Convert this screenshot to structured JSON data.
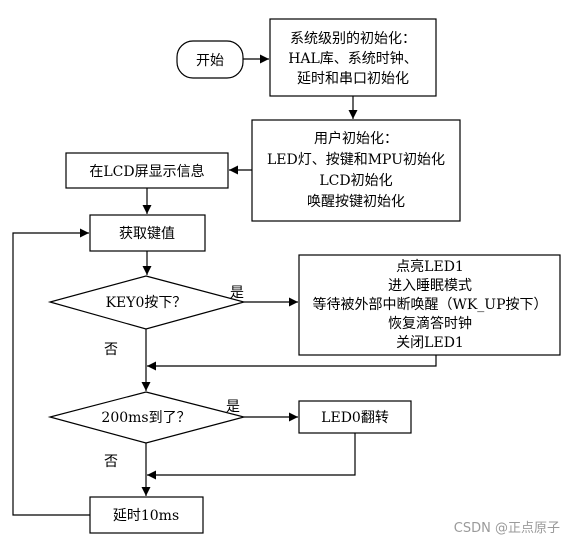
{
  "nodes": {
    "start": "开始",
    "sys_init": [
      "系统级别的初始化：",
      "HAL库、系统时钟、",
      "延时和串口初始化"
    ],
    "user_init": [
      "用户初始化：",
      "LED灯、按键和MPU初始化",
      "LCD初始化",
      "唤醒按键初始化"
    ],
    "lcd_show": "在LCD屏显示信息",
    "get_key": "获取键值",
    "key0_decision": "KEY0按下？",
    "sleep_box": [
      "点亮LED1",
      "进入睡眠模式",
      "等待被外部中断唤醒（WK_UP按下）",
      "恢复滴答时钟",
      "关闭LED1"
    ],
    "ms200_decision": "200ms到了？",
    "led0_toggle": "LED0翻转",
    "delay": "延时10ms"
  },
  "labels": {
    "yes1": "是",
    "no1": "否",
    "yes2": "是",
    "no2": "否"
  },
  "watermark": "CSDN @正点原子",
  "colors": {
    "line": "#000000",
    "box_fill": "#ffffff",
    "watermark": "#9a9a9a"
  }
}
